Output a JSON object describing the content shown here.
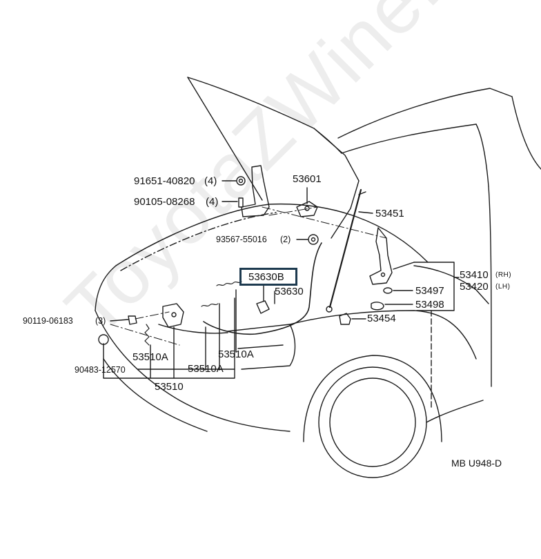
{
  "watermark": "ToyotaZWine.ru",
  "diagram_code": "MB U948-D",
  "callouts": {
    "bolt_91651": "91651-40820",
    "qty_91651": "(4)",
    "bolt_90105": "90105-08268",
    "qty_90105": "(4)",
    "hinge_53601": "53601",
    "support_53451": "53451",
    "clip_93567": "93567-55016",
    "qty_93567": "(2)",
    "hinge_53410": "53410",
    "hinge_53410_side": "(RH)",
    "hinge_53420": "53420",
    "hinge_53420_side": "(LH)",
    "highlighted_53630b": "53630B",
    "cable_53630": "53630",
    "part_53497": "53497",
    "part_53498": "53498",
    "part_53454": "53454",
    "screw_90119": "90119-06183",
    "qty_90119": "(3)",
    "lock_53510a_1": "53510A",
    "lock_53510a_2": "53510A",
    "lock_53510a_3": "53510A",
    "bolt_90483": "90483-12570",
    "lock_53510": "53510"
  }
}
